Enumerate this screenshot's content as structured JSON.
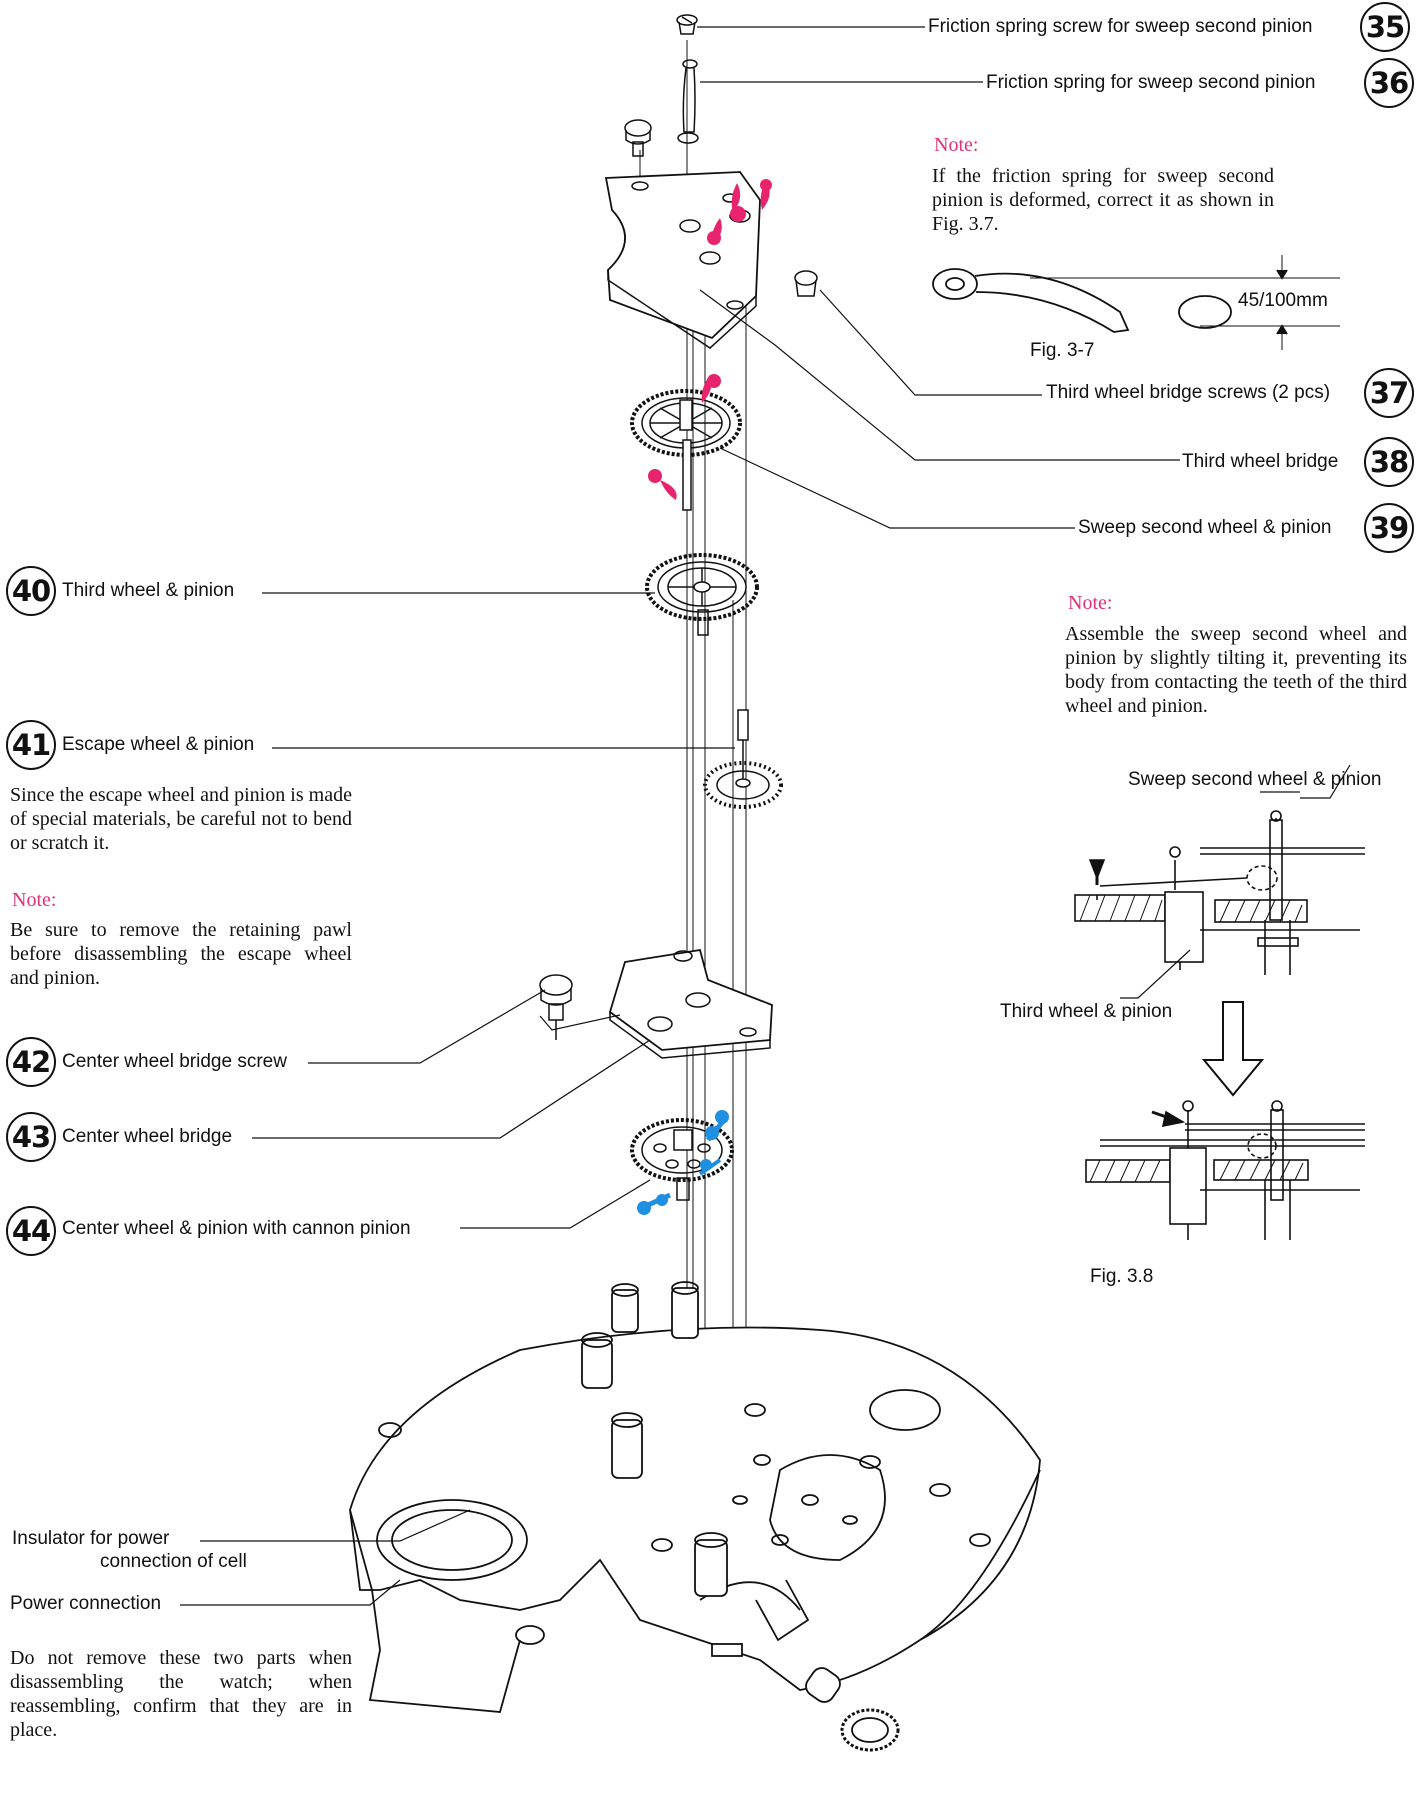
{
  "parts": [
    {
      "num": "35",
      "label": "Friction spring screw for sweep second pinion"
    },
    {
      "num": "36",
      "label": "Friction spring for sweep second pinion"
    },
    {
      "num": "37",
      "label": "Third wheel bridge screws (2 pcs)"
    },
    {
      "num": "38",
      "label": "Third wheel bridge"
    },
    {
      "num": "39",
      "label": "Sweep second wheel & pinion"
    },
    {
      "num": "40",
      "label": "Third wheel & pinion"
    },
    {
      "num": "41",
      "label": "Escape wheel & pinion"
    },
    {
      "num": "42",
      "label": "Center wheel bridge screw"
    },
    {
      "num": "43",
      "label": "Center wheel bridge"
    },
    {
      "num": "44",
      "label": "Center wheel & pinion with cannon pinion"
    }
  ],
  "notes": {
    "friction_spring": {
      "title": "Note:",
      "text": "If the friction spring for sweep second pinion is deformed, correct it as shown in Fig. 3.7."
    },
    "sweep_second": {
      "title": "Note:",
      "text": "Assemble the sweep second wheel and pinion by slightly tilting it, preventing its body from contacting the teeth of the third wheel and pinion."
    },
    "escape_wheel_caution": "Since the escape wheel and pinion is made of special materials, be careful not to bend or scratch it.",
    "retaining_pawl": {
      "title": "Note:",
      "text": "Be sure to remove the retaining pawl before disassembling the escape wheel and pinion."
    },
    "do_not_remove": "Do not remove these two parts when disassembling the watch; when reassembling, confirm that they are in place."
  },
  "fig37": {
    "caption": "Fig. 3-7",
    "dimension": "45/100mm"
  },
  "fig38": {
    "caption": "Fig. 3.8",
    "label_sweep": "Sweep second wheel & pinion",
    "label_third": "Third wheel & pinion"
  },
  "plate_labels": {
    "insulator_line1": "Insulator for power",
    "insulator_line2": "connection of cell",
    "power_connection": "Power connection"
  },
  "colors": {
    "note_title": "#e0307a",
    "oil_pink": "#e8246e",
    "oil_blue": "#1f8fe0"
  }
}
